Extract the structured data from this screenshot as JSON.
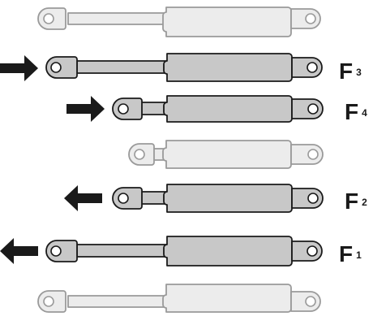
{
  "diagram": {
    "colors": {
      "active_fill": "#c8c8c8",
      "active_stroke": "#1a1a1a",
      "faded_fill": "#ececec",
      "faded_stroke": "#9a9a9a",
      "arrow": "#1a1a1a"
    },
    "springs": [
      {
        "state": "faded"
      },
      {
        "state": "active",
        "arrow": "right",
        "force": {
          "letter": "F",
          "index": "3"
        }
      },
      {
        "state": "active",
        "arrow": "right",
        "force": {
          "letter": "F",
          "index": "4"
        }
      },
      {
        "state": "faded"
      },
      {
        "state": "active",
        "arrow": "left",
        "force": {
          "letter": "F",
          "index": "2"
        }
      },
      {
        "state": "active",
        "arrow": "left",
        "force": {
          "letter": "F",
          "index": "1"
        }
      },
      {
        "state": "faded"
      }
    ]
  }
}
